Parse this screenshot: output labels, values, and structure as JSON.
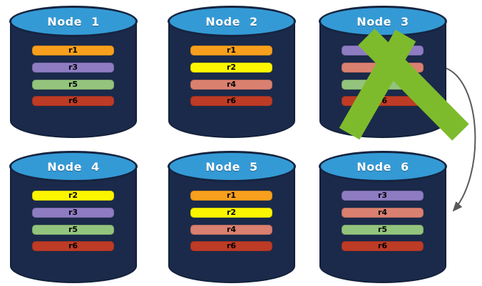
{
  "diagram": {
    "description": "Replica placement across database nodes; Node 3 has failed and its replicas move to Node 6",
    "nodes": [
      {
        "id": "node-1",
        "label": "Node 1",
        "failed": false,
        "replicas": [
          {
            "label": "r1",
            "color": "#F8A01D"
          },
          {
            "label": "r3",
            "color": "#8E7CC3"
          },
          {
            "label": "r5",
            "color": "#93C47D"
          },
          {
            "label": "r6",
            "color": "#BE3B26"
          }
        ]
      },
      {
        "id": "node-2",
        "label": "Node 2",
        "failed": false,
        "replicas": [
          {
            "label": "r1",
            "color": "#F8A01D"
          },
          {
            "label": "r2",
            "color": "#FCF500"
          },
          {
            "label": "r4",
            "color": "#DA8070"
          },
          {
            "label": "r6",
            "color": "#BE3B26"
          }
        ]
      },
      {
        "id": "node-3",
        "label": "Node 3",
        "failed": true,
        "replicas": [
          {
            "label": "r3",
            "color": "#8E7CC3"
          },
          {
            "label": "r4",
            "color": "#DA8070"
          },
          {
            "label": "r5",
            "color": "#93C47D"
          },
          {
            "label": "r6",
            "color": "#BE3B26"
          }
        ]
      },
      {
        "id": "node-4",
        "label": "Node 4",
        "failed": false,
        "replicas": [
          {
            "label": "r2",
            "color": "#FCF500"
          },
          {
            "label": "r3",
            "color": "#8E7CC3"
          },
          {
            "label": "r5",
            "color": "#93C47D"
          },
          {
            "label": "r6",
            "color": "#BE3B26"
          }
        ]
      },
      {
        "id": "node-5",
        "label": "Node 5",
        "failed": false,
        "replicas": [
          {
            "label": "r1",
            "color": "#F8A01D"
          },
          {
            "label": "r2",
            "color": "#FCF500"
          },
          {
            "label": "r4",
            "color": "#DA8070"
          },
          {
            "label": "r6",
            "color": "#BE3B26"
          }
        ]
      },
      {
        "id": "node-6",
        "label": "Node 6",
        "failed": false,
        "replicas": [
          {
            "label": "r3",
            "color": "#8E7CC3"
          },
          {
            "label": "r4",
            "color": "#DA8070"
          },
          {
            "label": "r5",
            "color": "#93C47D"
          },
          {
            "label": "r6",
            "color": "#BE3B26"
          }
        ]
      }
    ],
    "palette": {
      "cylinder_body": "#1B2A4A",
      "cylinder_outline": "#12203A",
      "cylinder_top": "#349AD5",
      "title_text": "#FFFFFF",
      "bar_text": "#000000"
    },
    "failure_cross": {
      "node": "node-3",
      "color": "#7EBB2C"
    },
    "arrow": {
      "from": "node-3",
      "to": "node-6",
      "color": "#595959"
    }
  }
}
